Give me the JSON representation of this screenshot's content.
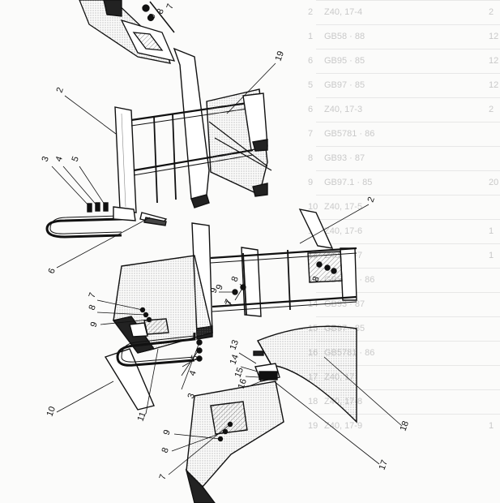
{
  "callouts": [
    "2",
    "3",
    "4",
    "5",
    "6",
    "19",
    "2",
    "7",
    "8",
    "9",
    "10",
    "11",
    "5",
    "4",
    "3",
    "7",
    "8",
    "9",
    "13",
    "14",
    "15",
    "16",
    "17",
    "18",
    "9",
    "8",
    "7",
    "7",
    "8",
    "9",
    "9",
    "7",
    "8"
  ],
  "ghost_text": {
    "rows": [
      {
        "n": "2",
        "ref": "Z40, 17-4",
        "desc": "",
        "qty": "2"
      },
      {
        "n": "1",
        "ref": "GB58 · 88",
        "desc": "",
        "qty": "12"
      },
      {
        "n": "6",
        "ref": "GB95 · 85",
        "desc": "",
        "qty": "12"
      },
      {
        "n": "5",
        "ref": "GB97 · 85",
        "desc": "",
        "qty": "12"
      },
      {
        "n": "6",
        "ref": "Z40, 17-3",
        "desc": "",
        "qty": "2"
      },
      {
        "n": "7",
        "ref": "GB5781 · 86",
        "desc": "",
        "qty": ""
      },
      {
        "n": "8",
        "ref": "GB93 · 87",
        "desc": "",
        "qty": ""
      },
      {
        "n": "9",
        "ref": "GB97.1 · 85",
        "desc": "",
        "qty": "20"
      },
      {
        "n": "10",
        "ref": "Z40, 17-5",
        "desc": "",
        "qty": ""
      },
      {
        "n": "11",
        "ref": "Z40, 17-6",
        "desc": "",
        "qty": "1"
      },
      {
        "n": "12",
        "ref": "Z40, 17-7",
        "desc": "",
        "qty": "1"
      },
      {
        "n": "13",
        "ref": "GB5781 · 86",
        "desc": "",
        "qty": ""
      },
      {
        "n": "14",
        "ref": "GB93 · 87",
        "desc": "",
        "qty": ""
      },
      {
        "n": "15",
        "ref": "GB97 · 85",
        "desc": "",
        "qty": ""
      },
      {
        "n": "16",
        "ref": "GB5781 · 86",
        "desc": "",
        "qty": ""
      },
      {
        "n": "17",
        "ref": "Z40, 17",
        "desc": "",
        "qty": ""
      },
      {
        "n": "18",
        "ref": "Z40, 17-8",
        "desc": "",
        "qty": ""
      },
      {
        "n": "19",
        "ref": "Z40, 17-9",
        "desc": "",
        "qty": "1"
      }
    ]
  }
}
